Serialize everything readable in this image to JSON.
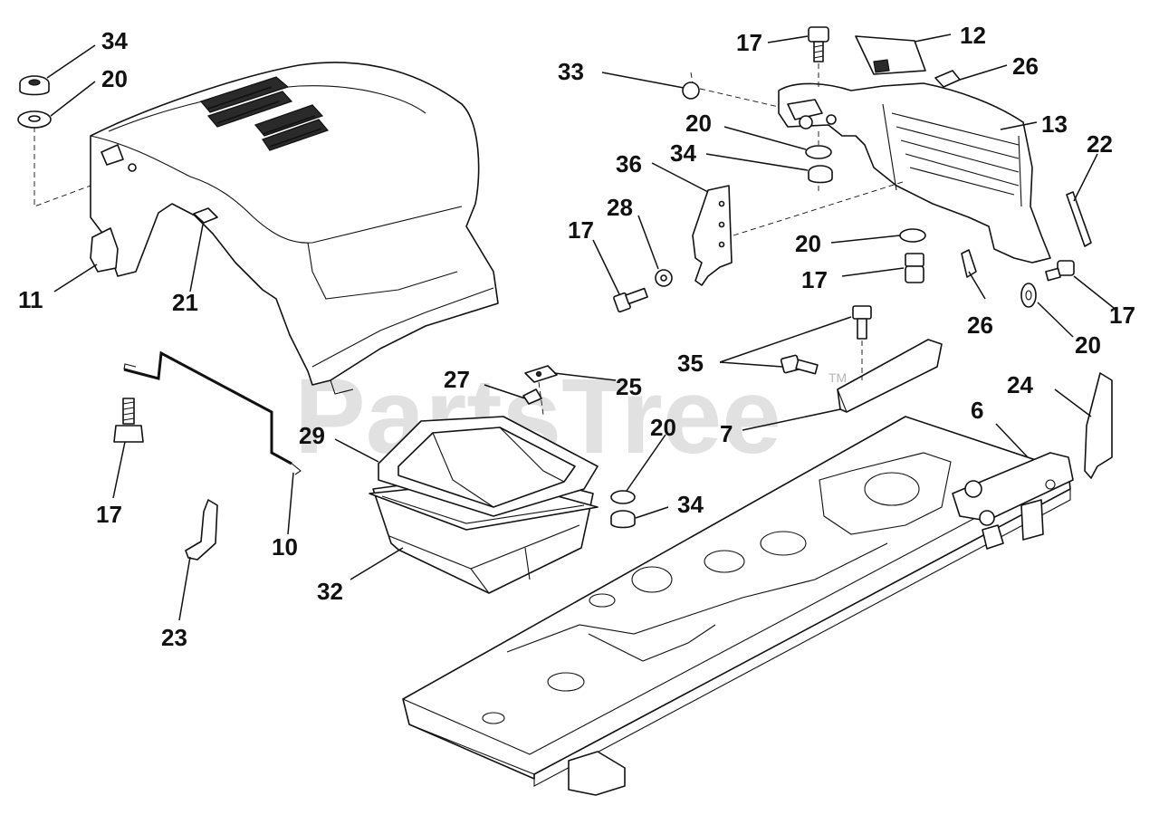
{
  "diagram": {
    "watermark": "PartsTree",
    "trademark": "TM",
    "callouts": {
      "c34a": "34",
      "c20a": "20",
      "c11": "11",
      "c21": "21",
      "c17a": "17",
      "c12": "12",
      "c26a": "26",
      "c33": "33",
      "c13": "13",
      "c22": "22",
      "c20b": "20",
      "c34b": "34",
      "c36": "36",
      "c28": "28",
      "c17b": "17",
      "c20c": "20",
      "c17c": "17",
      "c26b": "26",
      "c17d": "17",
      "c20d": "20",
      "c35": "35",
      "c24": "24",
      "c6": "6",
      "c7": "7",
      "c27": "27",
      "c25": "25",
      "c29": "29",
      "c20e": "20",
      "c34c": "34",
      "c17e": "17",
      "c10": "10",
      "c32": "32",
      "c23": "23"
    }
  }
}
